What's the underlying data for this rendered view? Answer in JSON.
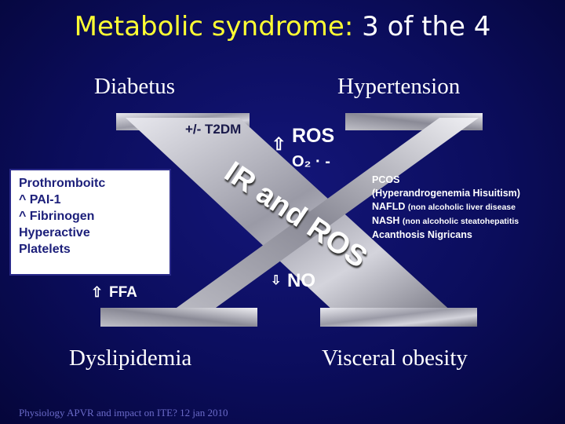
{
  "title": {
    "main": "Metabolic syndrome:",
    "rest": "3 of the 4"
  },
  "corners": {
    "top_left": "Diabetus",
    "top_right": "Hypertension",
    "bottom_left": "Dyslipidemia",
    "bottom_right": "Visceral obesity"
  },
  "figure": {
    "t2dm": "+/- T2DM",
    "ros_up": "ROS",
    "o2": "O₂ · -",
    "ir_ros": "IR and ROS",
    "no_down": "NO",
    "ffa_up": "FFA",
    "arrow_up": "⇧",
    "arrow_down": "⇩",
    "left_box": [
      "Prothromboitc",
      "^ PAI-1",
      "^ Fibrinogen",
      "Hyperactive",
      "Platelets"
    ],
    "right_list": [
      {
        "main": "PCOS",
        "note": ""
      },
      {
        "main": "(Hyperandrogenemia Hisuitism)",
        "note": ""
      },
      {
        "main": "NAFLD",
        "note": "(non alcoholic liver disease"
      },
      {
        "main": "NASH",
        "note": "(non alcoholic steatohepatitis"
      },
      {
        "main": "Acanthosis Nigricans",
        "note": ""
      }
    ]
  },
  "footer": "Physiology APVR and impact on ITE? 12 jan 2010",
  "colors": {
    "title": "#ffff33",
    "background": "#0b0d5c",
    "x_shape": "#b8b8c0"
  }
}
